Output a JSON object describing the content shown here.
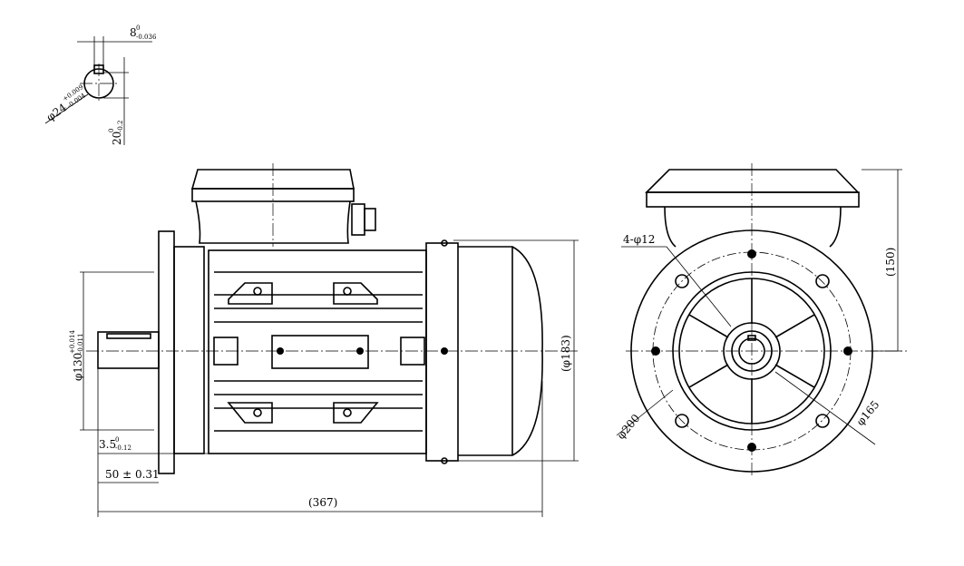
{
  "drawing": {
    "shaft_key_section": {
      "key_width": "8",
      "key_width_tol_upper": "0",
      "key_width_tol_lower": "-0.036",
      "shaft_diameter": "φ24",
      "shaft_diameter_tol_upper": "+0.009",
      "shaft_diameter_tol_lower": "-0.004",
      "key_depth": "20",
      "key_depth_tol_upper": "0",
      "key_depth_tol_lower": "-0.2"
    },
    "side_view": {
      "spigot_diameter": "φ130",
      "spigot_tol_upper": "+0.014",
      "spigot_tol_lower": "-0.011",
      "spigot_depth": "3.5",
      "spigot_depth_tol_upper": "0",
      "spigot_depth_tol_lower": "-0.12",
      "shaft_length": "50 ± 0.31",
      "overall_length": "(367)",
      "body_diameter": "(φ183)"
    },
    "front_view": {
      "flange_holes": "4-φ12",
      "shaft_height": "(150)",
      "flange_diameter": "φ200",
      "pitch_circle": "φ165"
    }
  }
}
